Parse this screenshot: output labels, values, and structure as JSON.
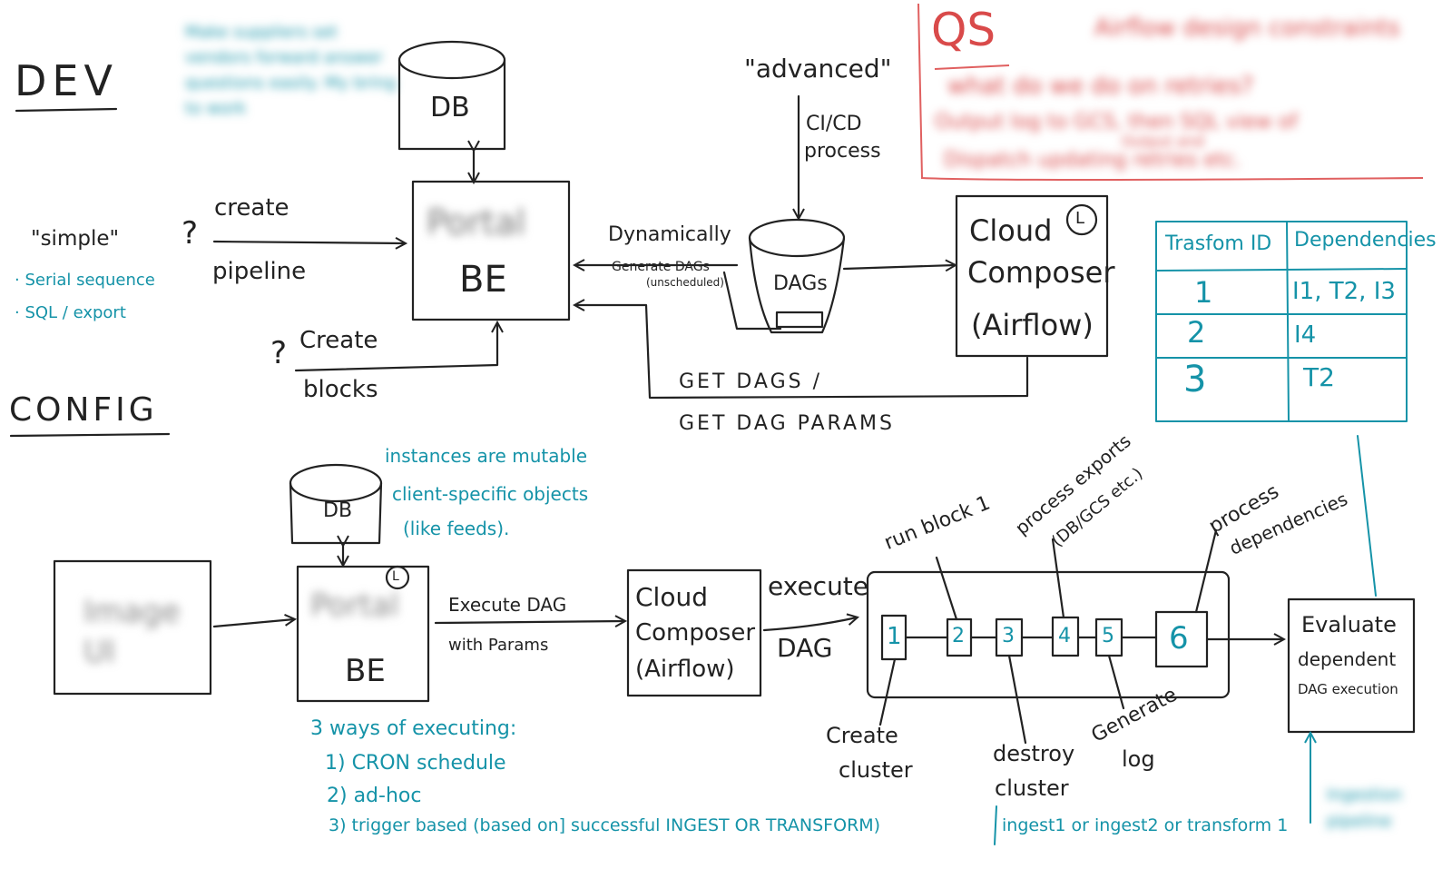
{
  "dev": {
    "heading": "DEV",
    "blurred_note": "Make suppliers set vendors forward answer questions easily. My bring to work",
    "db": "DB",
    "portal_be": {
      "name": "Portal",
      "suffix": "BE"
    },
    "simple": {
      "title": "\"simple\"",
      "items": [
        "· Serial sequence",
        "· SQL / export"
      ]
    },
    "create_pipeline": {
      "q": "?",
      "top": "create",
      "bottom": "pipeline"
    },
    "create_blocks": {
      "q": "?",
      "top": "Create",
      "bottom": "blocks"
    },
    "dynamic": {
      "title": "Dynamically",
      "line1": "Generate DAGs",
      "line2": "(unscheduled)"
    },
    "advanced": "\"advanced\"",
    "cicd": {
      "line1": "CI/CD",
      "line2": "process"
    },
    "dags": "DAGs",
    "composer": {
      "line1": "Cloud",
      "line2": "Composer",
      "line3": "(Airflow)",
      "badge": "L"
    },
    "get_dags": {
      "line1": "GET DAGS /",
      "line2": "GET DAG PARAMS"
    }
  },
  "qs": {
    "heading": "QS",
    "blurred_lines": [
      "Airflow design constraints",
      "what do we do on retries?",
      "Output log to GCS, then SQL view of",
      "Output and",
      "Dispatch updating retries etc."
    ]
  },
  "table": {
    "headers": [
      "Trasfom ID",
      "Dependencies"
    ],
    "rows": [
      [
        "1",
        "I1, T2, I3"
      ],
      [
        "2",
        "I4"
      ],
      [
        "3",
        "T2"
      ]
    ]
  },
  "config": {
    "heading": "CONFIG",
    "db": "DB",
    "instances_note": [
      "instances are mutable",
      "client-specific objects",
      "(like feeds)."
    ],
    "blurred_box": "Image UI",
    "portal_be": {
      "name": "Portal",
      "suffix": "BE",
      "badge": "L"
    },
    "execute_dag": {
      "line1": "Execute DAG",
      "line2": "with Params"
    },
    "composer": {
      "line1": "Cloud",
      "line2": "Composer",
      "line3": "(Airflow)"
    },
    "execute_label": {
      "line1": "execute",
      "line2": "DAG"
    },
    "steps": [
      "1",
      "2",
      "3",
      "4",
      "5",
      "6"
    ],
    "annotations": {
      "run_block": "run block 1",
      "process_exports": {
        "line1": "process exports",
        "line2": "(DB/GCS etc.)"
      },
      "process_deps": {
        "line1": "process",
        "line2": "dependencies"
      },
      "create_cluster": {
        "line1": "Create",
        "line2": "cluster"
      },
      "destroy_cluster": {
        "line1": "destroy",
        "line2": "cluster"
      },
      "generate_log": {
        "line1": "Generate",
        "line2": "log"
      }
    },
    "evaluate": {
      "line1": "Evaluate",
      "line2": "dependent",
      "line3": "DAG execution"
    },
    "blurred_corner": "Ingestion pipeline",
    "ways": {
      "title": "3 ways of executing:",
      "items": [
        "1) CRON schedule",
        "2) ad-hoc",
        "3) trigger based (based on] successful INGEST OR TRANSFORM)"
      ],
      "trigger_tail": "ingest1 or ingest2 or transform 1"
    }
  }
}
